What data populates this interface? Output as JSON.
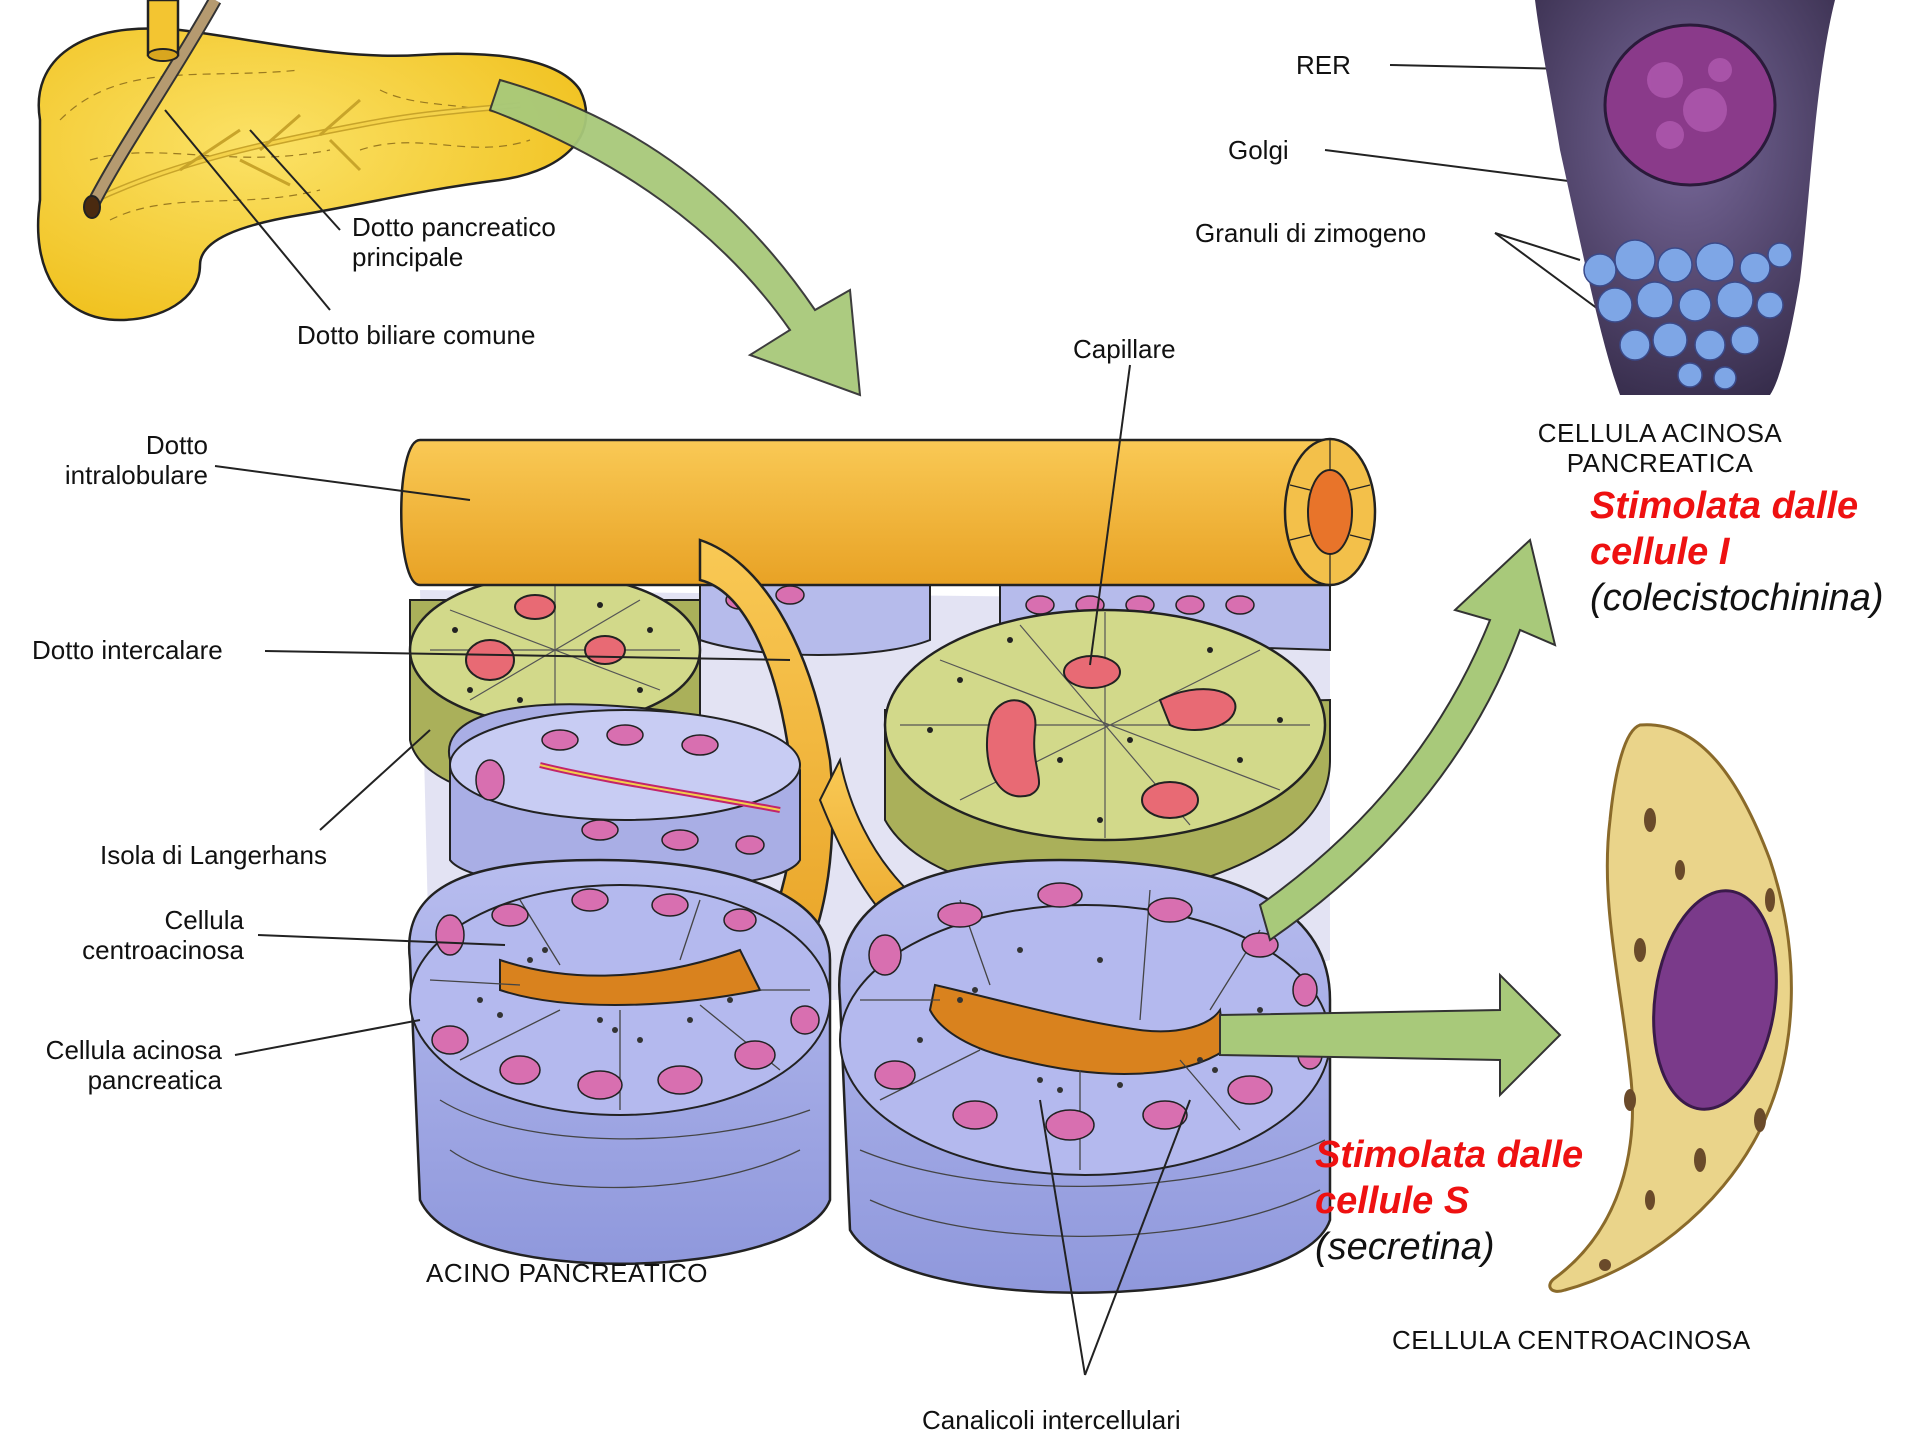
{
  "labels": {
    "dotto_pancreatico_principale": [
      "Dotto pancreatico",
      "principale"
    ],
    "dotto_biliare_comune": "Dotto biliare comune",
    "dotto_intralobulare": [
      "Dotto",
      "intralobulare"
    ],
    "dotto_intercalare": "Dotto intercalare",
    "isola_di_langerhans": "Isola di Langerhans",
    "cellula_centroacinosa": [
      "Cellula",
      "centroacinosa"
    ],
    "cellula_acinosa_pancreatica": [
      "Cellula acinosa",
      "pancreatica"
    ],
    "capillare": "Capillare",
    "canalicoli_intercellulari": "Canalicoli intercellulari",
    "acino_pancreatico": "ACINO PANCREATICO",
    "rer": "RER",
    "golgi": "Golgi",
    "granuli_di_zimogeno": "Granuli di zimogeno",
    "cellula_acinosa_title": [
      "CELLULA  ACINOSA",
      "PANCREATICA"
    ],
    "cellula_centroacinosa_title": "CELLULA CENTROACINOSA"
  },
  "annotations": {
    "acinar": {
      "line1": "Stimolata dalle",
      "line2": "cellule I",
      "hormone": "(colecistochinina)"
    },
    "centroacinar": {
      "line1": "Stimolata dalle",
      "line2": "cellule S",
      "hormone": "(secretina)"
    }
  },
  "colors": {
    "pancreas": "#f7cf2a",
    "duct": "#f5b63c",
    "islet": "#c9d27a",
    "acinar_cell": "#aab0e6",
    "acinar_nucleus": "#d070b0",
    "capillary": "#e86a74",
    "arrow": "#a8c97a",
    "annotation_red": "#ee1111",
    "micro_cell": "#5a4a7a",
    "centroacinar_cell": "#ead48a"
  }
}
